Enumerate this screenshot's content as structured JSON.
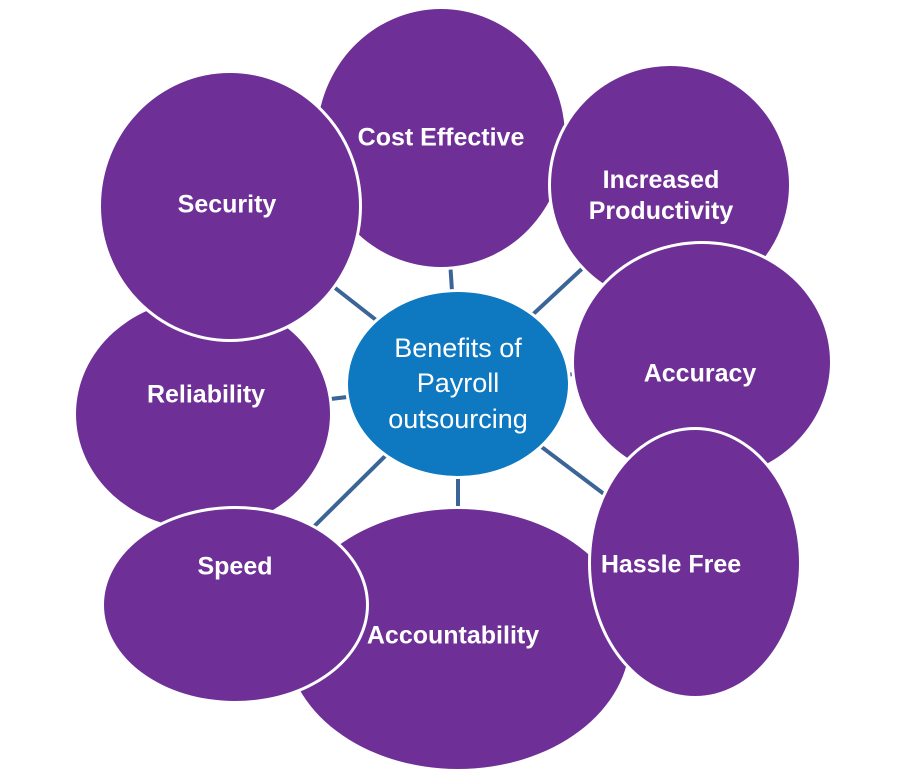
{
  "diagram": {
    "title": "Benefits of Payroll outsourcing",
    "center": {
      "label": "Benefits of\nPayroll\noutsourcing"
    },
    "bubbles": [
      {
        "id": "cost-effective",
        "label": "Cost Effective"
      },
      {
        "id": "increased-productivity",
        "label": "Increased Productivity"
      },
      {
        "id": "accuracy",
        "label": "Accuracy"
      },
      {
        "id": "accountability",
        "label": "Accountability"
      },
      {
        "id": "hassle-free",
        "label": "Hassle Free"
      },
      {
        "id": "reliability",
        "label": "Reliability"
      },
      {
        "id": "speed",
        "label": "Speed"
      },
      {
        "id": "security",
        "label": "Security"
      }
    ],
    "colors": {
      "bubble": "#6e2f97",
      "center": "#0e78c0",
      "connector": "#3b6497",
      "text": "#ffffff",
      "background": "#ffffff"
    }
  }
}
